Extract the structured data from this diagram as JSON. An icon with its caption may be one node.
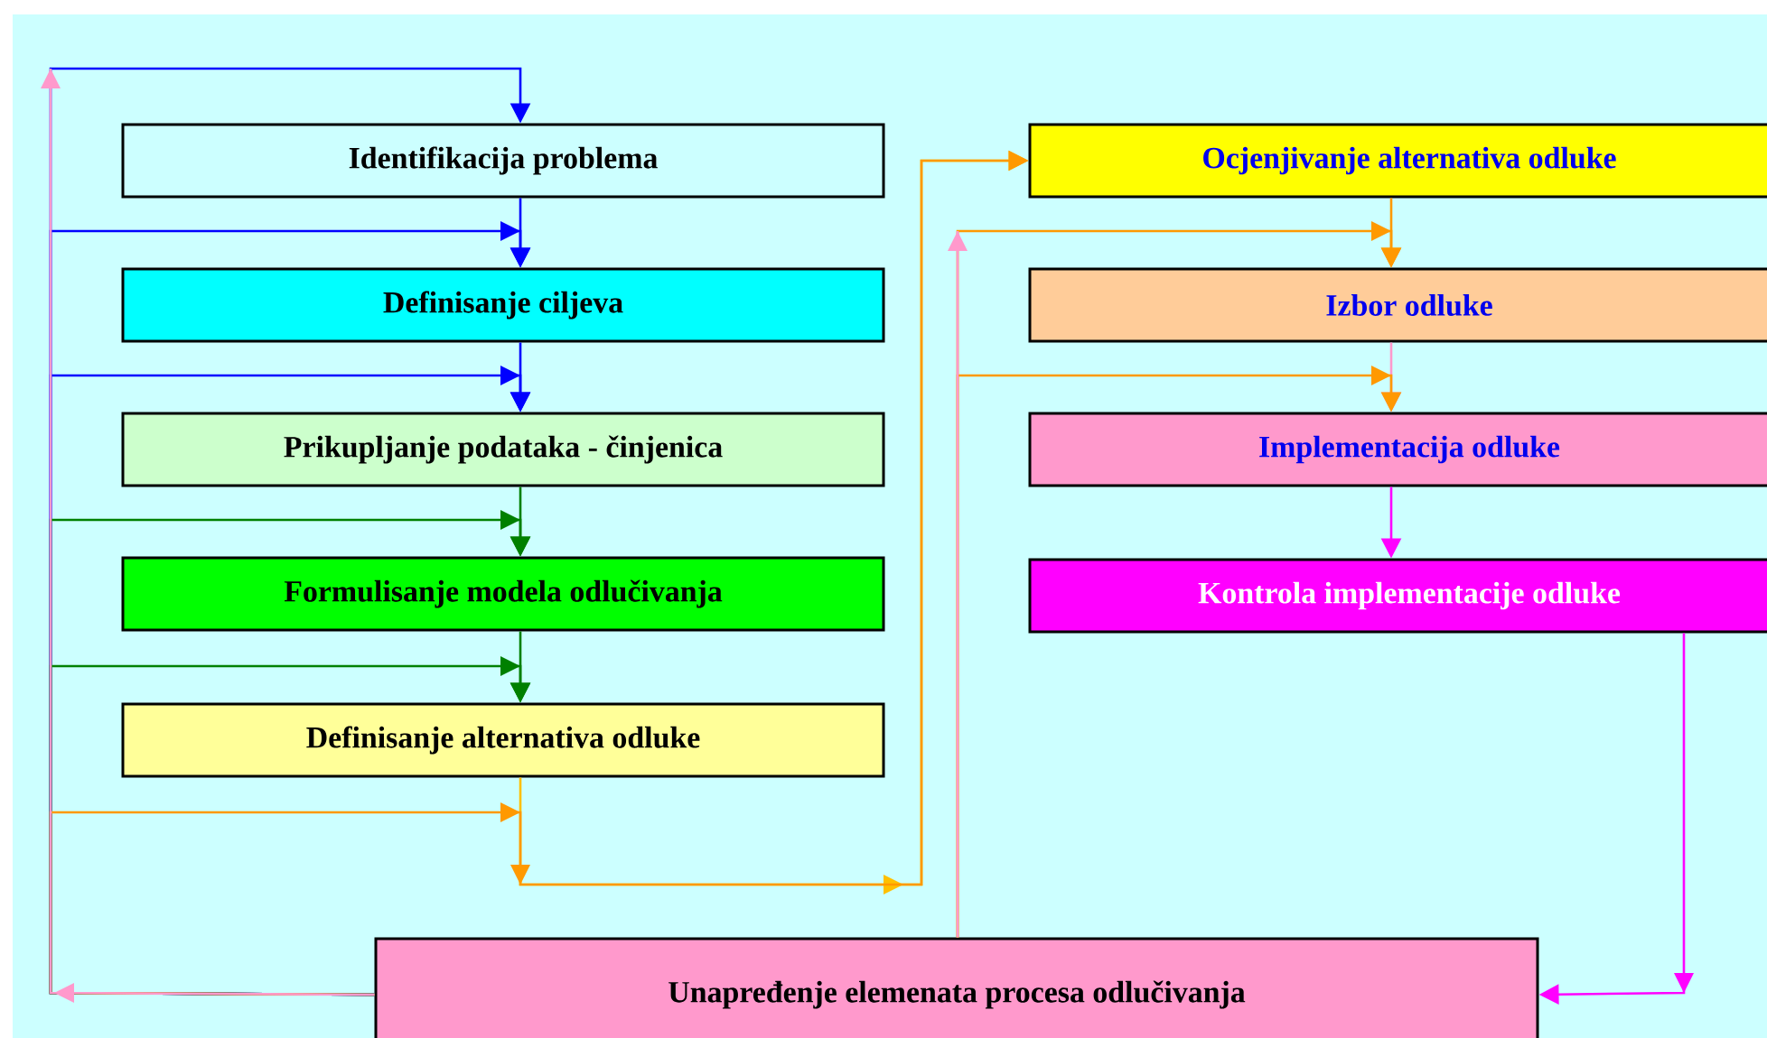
{
  "diagram": {
    "nodes": [
      {
        "text": [
          "Identifikacija problema"
        ]
      },
      {
        "text": [
          "Definisanje ciljeva"
        ]
      },
      {
        "text": [
          "Prikupljanje podataka - činjenica"
        ]
      },
      {
        "text": [
          "Formulisanje modela odlučivanja"
        ]
      },
      {
        "text": [
          "Definisanje alternativa odluke"
        ]
      },
      {
        "text": [
          "Ocjenjivanje alternativa odluke"
        ]
      },
      {
        "text": [
          "Izbor odluke"
        ]
      },
      {
        "text": [
          "Implementacija odluke"
        ]
      },
      {
        "text": [
          "Kontrola implementacije odluke"
        ]
      },
      {
        "text": [
          "Unapređenje elemenata procesa odlučivanja"
        ]
      }
    ],
    "edges": [
      {
        "from": 0,
        "to": 1,
        "arrow": "to",
        "color": "#0000ff"
      },
      {
        "from": 1,
        "to": 2,
        "arrow": "to",
        "color": "#0000ff"
      },
      {
        "from": 2,
        "to": 3,
        "arrow": "to",
        "color": "#008000"
      },
      {
        "from": 3,
        "to": 4,
        "arrow": "to",
        "color": "#008000"
      },
      {
        "from": 4,
        "to": 5,
        "arrow": "to",
        "color": "#ffc000"
      },
      {
        "from": 5,
        "to": 6,
        "arrow": "to",
        "color": "#ff9900"
      },
      {
        "from": 6,
        "to": 7,
        "arrow": "to",
        "color": "#ff99cc"
      },
      {
        "from": 7,
        "to": 8,
        "arrow": "to",
        "color": "#ff00ff"
      },
      {
        "from": 8,
        "to": 9,
        "arrow": "to",
        "color": "#ff00ff"
      },
      {
        "from": 9,
        "to": 0,
        "arrow": "to",
        "color": "#0000ff"
      },
      {
        "from": 9,
        "to": 1,
        "arrow": "to",
        "color": "#0000ff"
      },
      {
        "from": 9,
        "to": 2,
        "arrow": "to",
        "color": "#0000ff"
      },
      {
        "from": 9,
        "to": 3,
        "arrow": "to",
        "color": "#008000"
      },
      {
        "from": 9,
        "to": 4,
        "arrow": "to",
        "color": "#008000"
      },
      {
        "from": 9,
        "to": 5,
        "arrow": "to",
        "color": "#ff9900"
      },
      {
        "from": 9,
        "to": 6,
        "arrow": "to",
        "color": "#ff9900"
      },
      {
        "from": 9,
        "to": 7,
        "arrow": "to",
        "color": "#ff9900"
      }
    ]
  }
}
